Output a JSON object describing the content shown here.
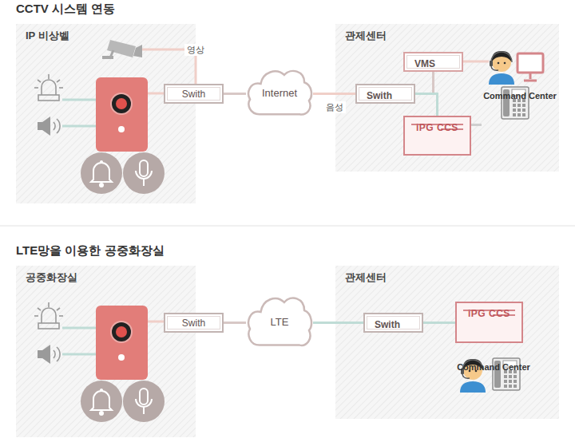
{
  "diagram": {
    "title": "CCTV 시스템 연동",
    "nodes": [
      {
        "text": [
          "IP 비상벨"
        ]
      },
      {
        "text": [
          "Swith"
        ]
      },
      {
        "text": [
          "Internet"
        ]
      },
      {
        "text": [
          "관제센터"
        ]
      },
      {
        "text": [
          "Swith"
        ],
        "in": 3
      },
      {
        "text": [
          "VMS"
        ],
        "in": 3
      },
      {
        "text": [
          "iPG CCS"
        ],
        "in": 3
      },
      {
        "text": [
          "Command Center"
        ],
        "in": 3
      },
      {
        "text": [
          "공중화장실"
        ]
      },
      {
        "text": [
          "Swith"
        ]
      },
      {
        "text": [
          "LTE"
        ]
      },
      {
        "text": [
          "관제센터"
        ]
      },
      {
        "text": [
          "Swith"
        ],
        "in": 11
      },
      {
        "text": [
          "iPG CCS"
        ],
        "in": 11
      },
      {
        "text": [
          "Command Center"
        ],
        "in": 11
      }
    ],
    "edges": [
      {
        "from": 1,
        "to": 2,
        "arrow": "none"
      },
      {
        "from": 2,
        "to": 4,
        "label": "음성",
        "arrow": "none"
      },
      {
        "from": 4,
        "to": 5,
        "arrow": "none"
      },
      {
        "from": 4,
        "to": 6,
        "arrow": "none"
      },
      {
        "from": 6,
        "to": 7,
        "arrow": "none"
      },
      {
        "from": 9,
        "to": 10,
        "arrow": "none"
      },
      {
        "from": 10,
        "to": 12,
        "arrow": "none"
      },
      {
        "from": 12,
        "to": 13,
        "arrow": "none"
      }
    ],
    "labels": [
      "영상",
      "LTE망을 이용한 공중화장실"
    ]
  }
}
